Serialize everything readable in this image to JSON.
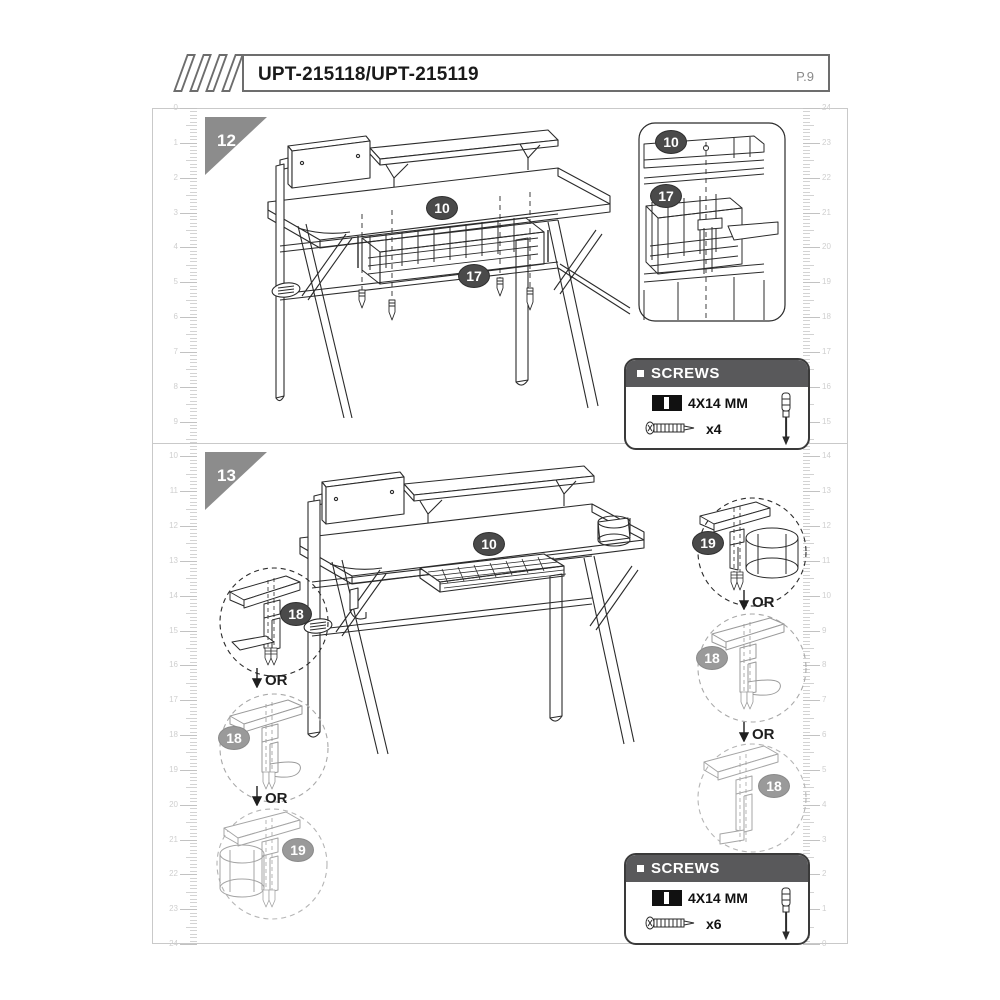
{
  "header": {
    "title": "UPT-215118/UPT-215119",
    "page_label": "P.9",
    "logo": "diagonal-stripes-logo"
  },
  "steps": [
    {
      "number": "12",
      "callouts": [
        {
          "id": "10",
          "part": "desktop-panel"
        },
        {
          "id": "17",
          "part": "wire-storage-basket"
        }
      ],
      "detail_inset": {
        "callouts": [
          {
            "id": "10",
            "part": "desktop-panel"
          },
          {
            "id": "17",
            "part": "wire-storage-basket"
          }
        ]
      },
      "screws": {
        "heading": "SCREWS",
        "size": "4X14 MM",
        "quantity": "x4"
      }
    },
    {
      "number": "13",
      "callouts": [
        {
          "id": "10",
          "part": "desktop-panel"
        }
      ],
      "left_options": [
        {
          "id": "18",
          "part": "headphone-hook",
          "connector": "OR"
        },
        {
          "id": "18",
          "part": "headphone-hook",
          "connector": "OR"
        },
        {
          "id": "19",
          "part": "cup-holder",
          "connector": null
        }
      ],
      "right_options": [
        {
          "id": "19",
          "part": "cup-holder",
          "connector": "OR"
        },
        {
          "id": "18",
          "part": "headphone-hook",
          "connector": "OR"
        },
        {
          "id": "18",
          "part": "headphone-hook",
          "connector": null
        }
      ],
      "or_label": "OR",
      "screws": {
        "heading": "SCREWS",
        "size": "4X14 MM",
        "quantity": "x6"
      }
    }
  ],
  "rulers": {
    "left_numbers": [
      "0",
      "1",
      "2",
      "3",
      "4",
      "5",
      "6",
      "7",
      "8",
      "9",
      "10",
      "11",
      "12",
      "13",
      "14",
      "15",
      "16",
      "17",
      "18",
      "19",
      "20",
      "21",
      "22",
      "23",
      "24"
    ],
    "right_numbers": [
      "24",
      "23",
      "22",
      "21",
      "20",
      "19",
      "18",
      "17",
      "16",
      "15",
      "14",
      "13",
      "12",
      "11",
      "10",
      "9",
      "8",
      "7",
      "6",
      "5",
      "4",
      "3",
      "2",
      "1",
      "0"
    ]
  },
  "colors": {
    "badge_gray": "#8c8c8c",
    "bubble_dark": "#4a4a4a",
    "bubble_faded": "#9a9a9a",
    "screws_bar": "#59595b",
    "frame_border": "#c9c9c9",
    "line_art": "#2b2b2b"
  }
}
